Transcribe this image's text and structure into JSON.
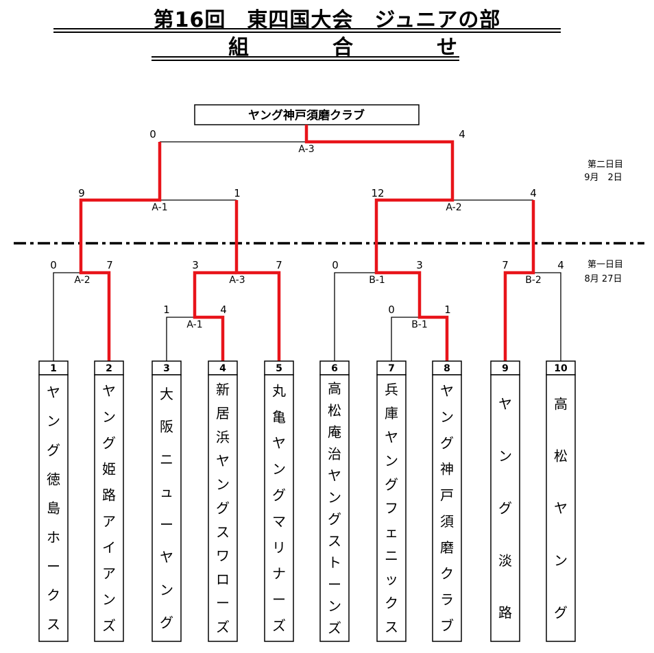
{
  "title": "第16回　東四国大会　ジュニアの部",
  "subtitle": "組　合　せ",
  "champion": "ヤング神戸須磨クラブ",
  "day2": {
    "line1": "第二日目",
    "line2": "9月　2日"
  },
  "day1": {
    "line1": "第一日目",
    "line2": "8月 27日"
  },
  "teams": [
    {
      "num": "1",
      "name": "ヤング徳島ホークス"
    },
    {
      "num": "2",
      "name": "ヤング姫路アイアンズ"
    },
    {
      "num": "3",
      "name": "大阪ニューヤング"
    },
    {
      "num": "4",
      "name": "新居浜ヤングスワローズ"
    },
    {
      "num": "5",
      "name": "丸亀ヤングマリナーズ"
    },
    {
      "num": "6",
      "name": "高松庵治ヤングストーンズ"
    },
    {
      "num": "7",
      "name": "兵庫ヤングフェニックス"
    },
    {
      "num": "8",
      "name": "ヤング神戸須磨クラブ"
    },
    {
      "num": "9",
      "name": "ヤング淡路"
    },
    {
      "num": "10",
      "name": "高松ヤング"
    }
  ],
  "matches": {
    "r0_a1": {
      "label": "A-1",
      "left_score": "1",
      "right_score": "4"
    },
    "r0_b1": {
      "label": "B-1",
      "left_score": "0",
      "right_score": "1"
    },
    "r1_a2": {
      "label": "A-2",
      "left_score": "0",
      "right_score": "7"
    },
    "r1_a3": {
      "label": "A-3",
      "left_score": "3",
      "right_score": "7"
    },
    "r1_b1": {
      "label": "B-1",
      "left_score": "0",
      "right_score": "3"
    },
    "r1_b2": {
      "label": "B-2",
      "left_score": "7",
      "right_score": "4"
    },
    "r2_a1": {
      "label": "A-1",
      "left_score": "9",
      "right_score": "1"
    },
    "r2_a2": {
      "label": "A-2",
      "left_score": "12",
      "right_score": "4"
    },
    "final": {
      "label": "A-3",
      "left_score": "0",
      "right_score": "4"
    }
  },
  "colors": {
    "winner_line": "#e8141a",
    "line": "#000000"
  }
}
